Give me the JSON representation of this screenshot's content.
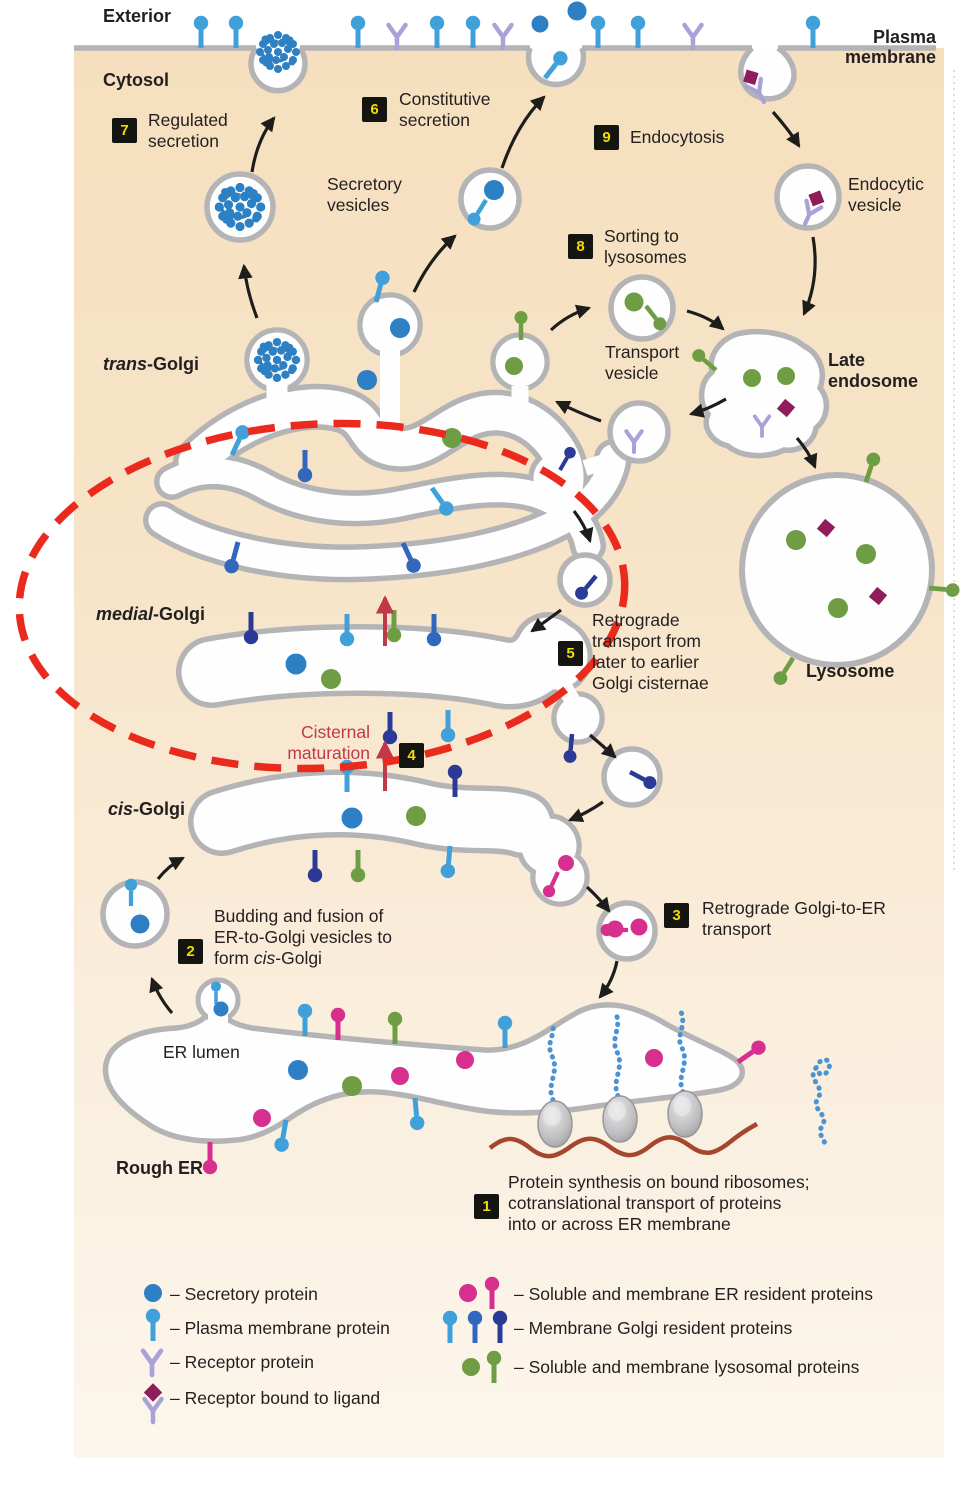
{
  "figure": {
    "type": "protein-secretory-pathway-diagram"
  },
  "regions": {
    "exterior": "Exterior",
    "cytosol": "Cytosol",
    "plasma_membrane_line1": "Plasma",
    "plasma_membrane_line2": "membrane"
  },
  "organelles": {
    "trans_golgi": {
      "italic": "trans",
      "rest": "-Golgi"
    },
    "medial_golgi": {
      "italic": "medial",
      "rest": "-Golgi"
    },
    "cis_golgi": {
      "italic": "cis",
      "rest": "-Golgi"
    },
    "late_endosome": {
      "line1": "Late",
      "line2": "endosome"
    },
    "lysosome": "Lysosome",
    "er_lumen": "ER lumen",
    "rough_er": "Rough ER",
    "secretory_vesicles": {
      "line1": "Secretory",
      "line2": "vesicles"
    },
    "transport_vesicle": {
      "line1": "Transport",
      "line2": "vesicle"
    },
    "endocytic_vesicle": {
      "line1": "Endocytic",
      "line2": "vesicle"
    }
  },
  "steps": {
    "s1": {
      "num": "1",
      "line1": "Protein synthesis on bound ribosomes;",
      "line2": "cotranslational transport of proteins",
      "line3": "into or across ER membrane"
    },
    "s2": {
      "num": "2",
      "line1": "Budding and fusion of",
      "line2": "ER-to-Golgi vesicles to",
      "line3_pre": "form ",
      "line3_italic": "cis",
      "line3_post": "-Golgi"
    },
    "s3": {
      "num": "3",
      "line1": "Retrograde Golgi-to-ER",
      "line2": "transport"
    },
    "s4": {
      "num": "4",
      "label_line1": "Cisternal",
      "label_line2": "maturation"
    },
    "s5": {
      "num": "5",
      "line1": "Retrograde",
      "line2": "transport from",
      "line3": "later to earlier",
      "line4": "Golgi cisternae"
    },
    "s6": {
      "num": "6",
      "line1": "Constitutive",
      "line2": "secretion"
    },
    "s7": {
      "num": "7",
      "line1": "Regulated",
      "line2": "secretion"
    },
    "s8": {
      "num": "8",
      "line1": "Sorting to",
      "line2": "lysosomes"
    },
    "s9": {
      "num": "9",
      "line1": "Endocytosis"
    }
  },
  "legend": {
    "items_left": [
      {
        "icon": "secretory-protein-dot-icon",
        "label": "– Secretory protein"
      },
      {
        "icon": "plasma-membrane-protein-pin-icon",
        "label": "– Plasma membrane protein"
      },
      {
        "icon": "receptor-protein-icon",
        "label": "– Receptor protein"
      },
      {
        "icon": "receptor-ligand-icon",
        "label": "– Receptor bound to ligand"
      }
    ],
    "items_right": [
      {
        "icon": "er-resident-proteins-icon",
        "label": "– Soluble and membrane ER resident proteins"
      },
      {
        "icon": "golgi-resident-proteins-icon",
        "label": "– Membrane Golgi resident proteins"
      },
      {
        "icon": "lysosomal-proteins-icon",
        "label": "– Soluble and membrane lysosomal proteins"
      }
    ]
  },
  "colors": {
    "background_peach": "#f6e1c1",
    "membrane_gray": "#b4b4b6",
    "secretory_blue": "#2e80c4",
    "light_blue": "#3fa0da",
    "medium_blue": "#3168bd",
    "navy": "#2b3a96",
    "green": "#6f9d44",
    "magenta": "#d62f8d",
    "maroon": "#8e1d5a",
    "lavender": "#aaa1d8",
    "red_maturation": "#c0394a",
    "highlight_red": "#ea2a1c",
    "badge_bg": "#141410",
    "badge_num": "#f2dc00"
  }
}
